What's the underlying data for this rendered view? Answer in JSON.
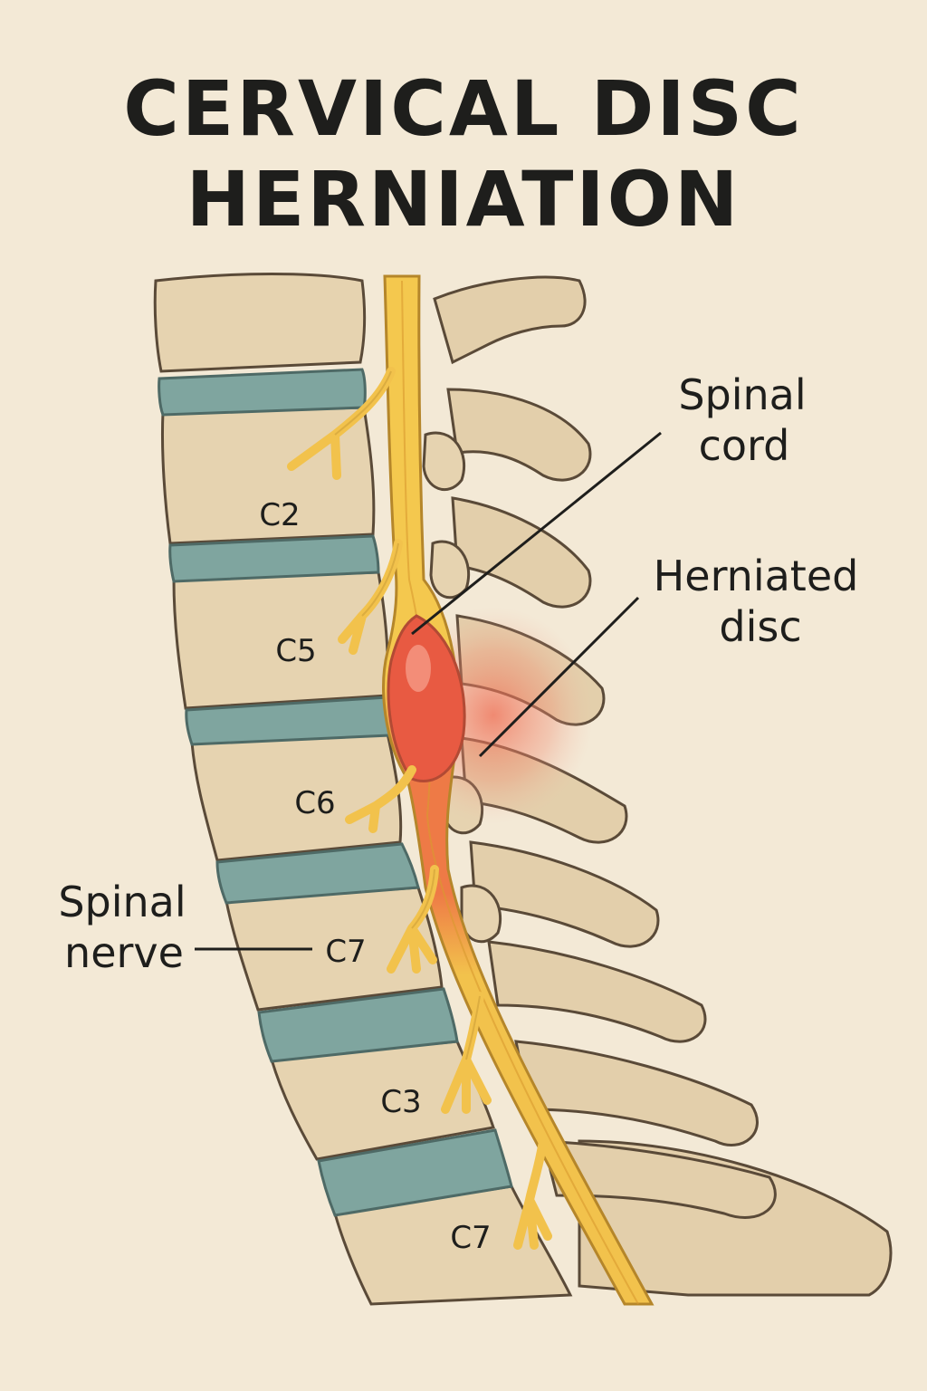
{
  "title": {
    "line1": "CERVICAL DISC",
    "line2": "HERNIATION"
  },
  "callouts": {
    "spinal_cord": {
      "line1": "Spinal",
      "line2": "cord"
    },
    "herniated_disc": {
      "line1": "Herniated",
      "line2": "disc"
    },
    "spinal_nerve": {
      "line1": "Spinal",
      "line2": "nerve"
    }
  },
  "vertebra_labels": [
    "C2",
    "C5",
    "C6",
    "C7",
    "C3",
    "C7"
  ],
  "colors": {
    "background": "#f3e9d6",
    "bone": "#e6d3b0",
    "bone_outline": "#5a4a38",
    "disc": "#7fa59f",
    "cord": "#f2c24c",
    "herniation": "#e85a42"
  }
}
